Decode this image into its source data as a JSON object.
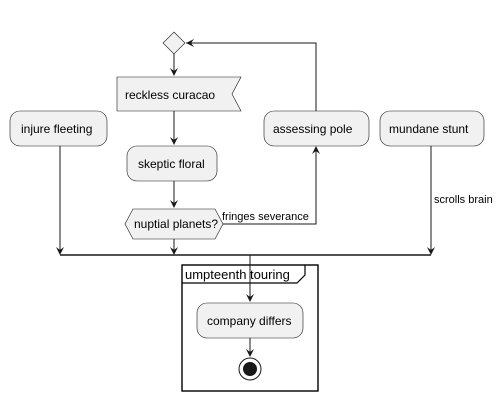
{
  "diagram": {
    "nodes": {
      "reckless_curacao": "reckless curacao",
      "skeptic_floral": "skeptic floral",
      "nuptial_planets": "nuptial planets?",
      "assessing_pole": "assessing pole",
      "injure_fleeting": "injure fleeting",
      "mundane_stunt": "mundane stunt",
      "company_differs": "company differs"
    },
    "edges": {
      "fringes_severance": "fringes severance",
      "scrolls_brain": "scrolls brain"
    },
    "partition": {
      "title": "umpteenth touring"
    }
  }
}
